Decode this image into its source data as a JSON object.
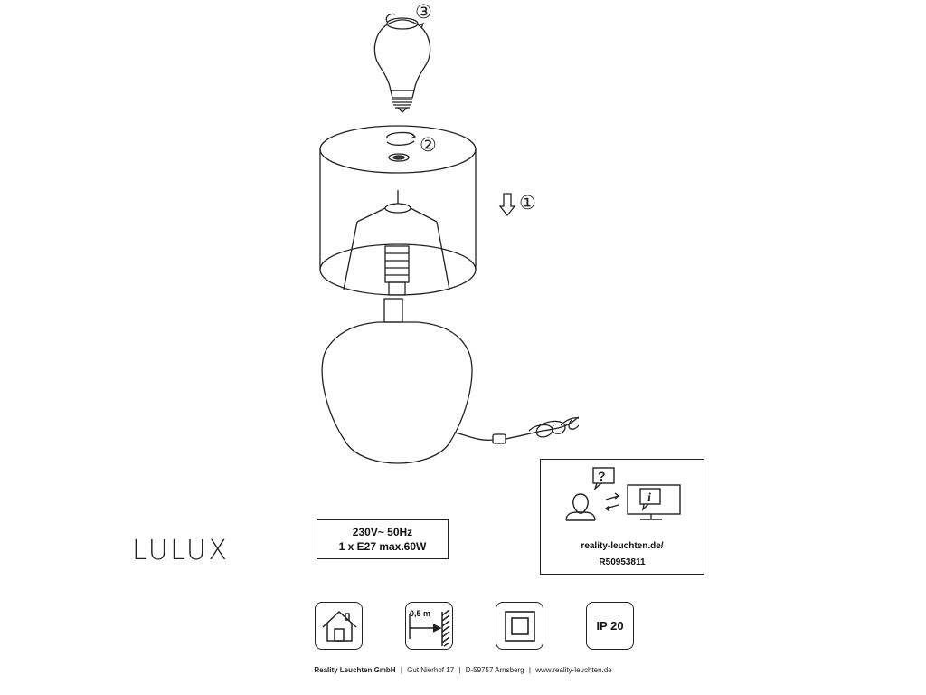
{
  "steps": {
    "step1": "①",
    "step2": "②",
    "step3": "③"
  },
  "brand": {
    "name": "LULUX"
  },
  "specs": {
    "line1": "230V~ 50Hz",
    "line2": "1 x E27 max.60W"
  },
  "info": {
    "url": "reality-leuchten.de/",
    "code": "R50953811"
  },
  "symbols": {
    "indoor_icon": "house-icon",
    "distance_label": "0,5 m",
    "distance_icon": "distance-to-wall-icon",
    "protection_class_icon": "protection-class-ii-icon",
    "ip_rating": "IP 20"
  },
  "footer": {
    "company": "Reality Leuchten GmbH",
    "address1": "Gut Nierhof 17",
    "address2": "D-59757 Arnsberg",
    "website": "www.reality-leuchten.de",
    "separator": "|"
  },
  "colors": {
    "line": "#222222",
    "background": "#ffffff"
  }
}
